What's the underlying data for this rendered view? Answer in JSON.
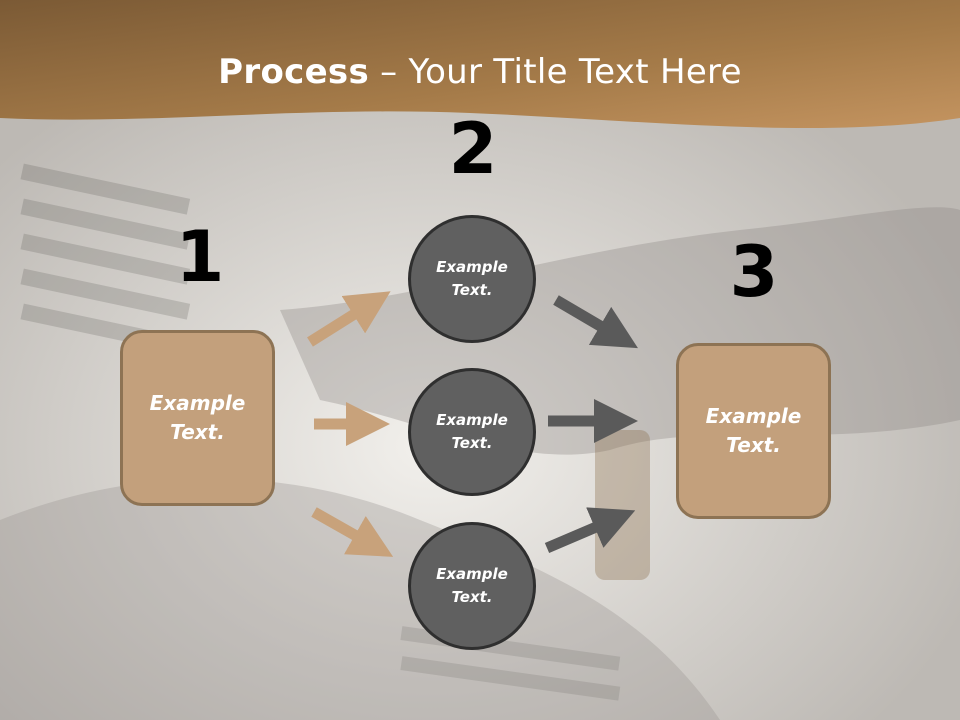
{
  "slide": {
    "title_bold": "Process",
    "title_rest": " – Your Title Text Here",
    "step_numbers": [
      "1",
      "2",
      "3"
    ],
    "left_box": {
      "text": "Example\nText."
    },
    "right_box": {
      "text": "Example\nText."
    },
    "circles": [
      {
        "text": "Example\nText."
      },
      {
        "text": "Example\nText."
      },
      {
        "text": "Example\nText."
      }
    ]
  },
  "colors": {
    "header_band": "#a47a48",
    "box_fill": "#c3a07c",
    "box_border": "#8d7354",
    "circle_fill": "#606060",
    "circle_border": "#2f2f2f",
    "arrow_tan": "#c8a27b",
    "arrow_gray": "#5a5a5a"
  }
}
